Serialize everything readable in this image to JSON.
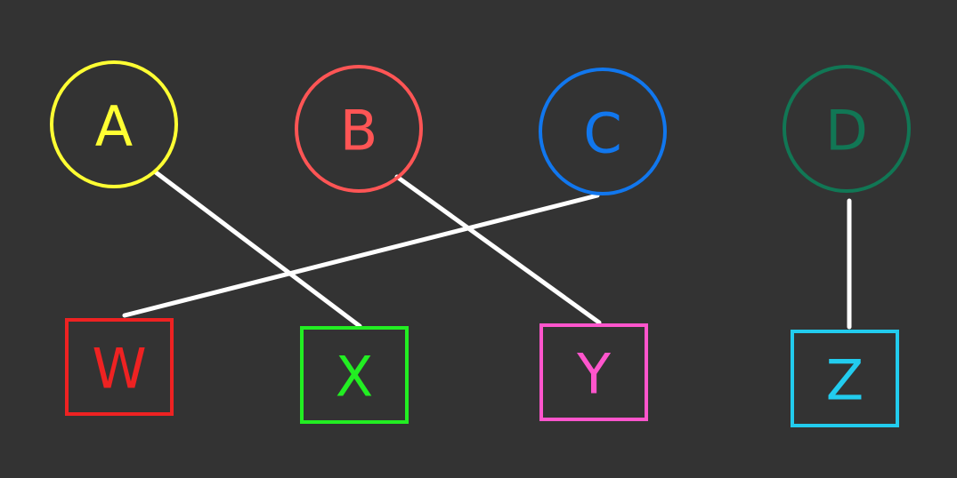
{
  "diagram": {
    "top_nodes": [
      {
        "id": "A",
        "label": "A",
        "color": "#ffff33"
      },
      {
        "id": "B",
        "label": "B",
        "color": "#ff5555"
      },
      {
        "id": "C",
        "label": "C",
        "color": "#1177ee"
      },
      {
        "id": "D",
        "label": "D",
        "color": "#117755"
      }
    ],
    "bottom_nodes": [
      {
        "id": "W",
        "label": "W",
        "color": "#ee2222"
      },
      {
        "id": "X",
        "label": "X",
        "color": "#22ee22"
      },
      {
        "id": "Y",
        "label": "Y",
        "color": "#ff55cc"
      },
      {
        "id": "Z",
        "label": "Z",
        "color": "#22ccee"
      }
    ],
    "edges": [
      {
        "from": "A",
        "to": "X"
      },
      {
        "from": "B",
        "to": "Y"
      },
      {
        "from": "C",
        "to": "W"
      },
      {
        "from": "D",
        "to": "Z"
      }
    ],
    "background": "#333333",
    "edge_color": "#ffffff"
  }
}
